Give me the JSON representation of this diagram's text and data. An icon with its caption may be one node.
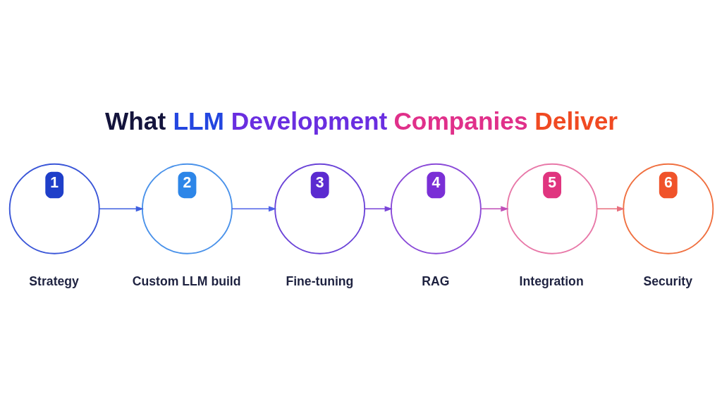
{
  "diagram": {
    "title": "What LLM Development Companies Deliver",
    "nodes": [
      {
        "text": [
          "1"
        ],
        "beside": [
          "Strategy"
        ]
      },
      {
        "text": [
          "2"
        ],
        "beside": [
          "Custom LLM build"
        ]
      },
      {
        "text": [
          "3"
        ],
        "beside": [
          "Fine-tuning"
        ]
      },
      {
        "text": [
          "4"
        ],
        "beside": [
          "RAG"
        ]
      },
      {
        "text": [
          "5"
        ],
        "beside": [
          "Integration"
        ]
      },
      {
        "text": [
          "6"
        ],
        "beside": [
          "Security"
        ]
      }
    ],
    "edges": [
      {
        "from": 0,
        "to": 1,
        "arrow": "to",
        "color": "#3f5fe0"
      },
      {
        "from": 1,
        "to": 2,
        "arrow": "to",
        "color": "#4f62e8"
      },
      {
        "from": 2,
        "to": 3,
        "arrow": "to",
        "color": "#7a44d8"
      },
      {
        "from": 3,
        "to": 4,
        "arrow": "to",
        "color": "#c04fb8"
      },
      {
        "from": 4,
        "to": 5,
        "arrow": "to",
        "color": "#e8707e"
      }
    ]
  }
}
